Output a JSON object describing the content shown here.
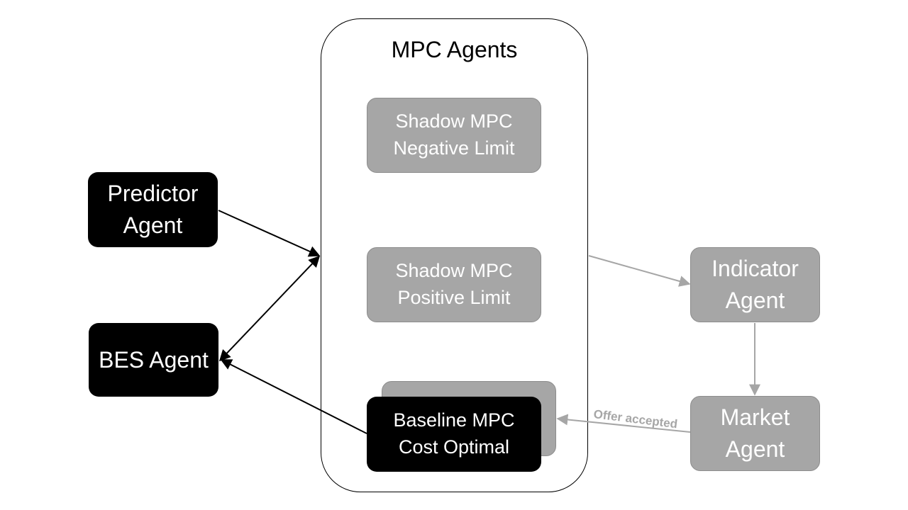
{
  "container": {
    "title": "MPC Agents"
  },
  "mpc_agents": [
    {
      "label": "Shadow MPC\nNegative Limit"
    },
    {
      "label": "Shadow MPC\nPositive Limit"
    },
    {
      "label": "Baseline MPC\nCost Optimal"
    }
  ],
  "external_agents": {
    "predictor": "Predictor\nAgent",
    "bes": "BES Agent",
    "indicator": "Indicator\nAgent",
    "market": "Market\nAgent"
  },
  "edges": [
    {
      "from": "Predictor Agent",
      "to": "MPC Agents",
      "color": "#000000"
    },
    {
      "from": "BES Agent",
      "to": "MPC Agents",
      "color": "#000000",
      "bidirectional": true
    },
    {
      "from": "Baseline MPC Cost Optimal",
      "to": "BES Agent",
      "color": "#000000"
    },
    {
      "from": "MPC Agents",
      "to": "Indicator Agent",
      "color": "#a6a6a6"
    },
    {
      "from": "Indicator Agent",
      "to": "Market Agent",
      "color": "#a6a6a6"
    },
    {
      "from": "Market Agent",
      "to": "Baseline MPC Cost Optimal",
      "color": "#a6a6a6",
      "label": "Offer accepted"
    }
  ],
  "colors": {
    "black_agent": "#000000",
    "gray_agent": "#a6a6a6",
    "gray_edge": "#a6a6a6"
  }
}
